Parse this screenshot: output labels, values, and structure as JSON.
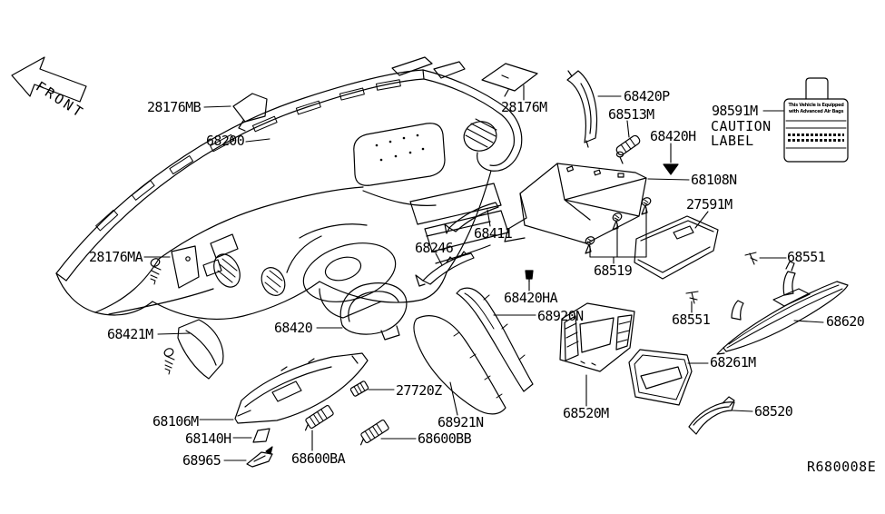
{
  "diagram": {
    "front_marker": "FRONT",
    "drawing_code": "R680008E",
    "caution": {
      "caption_line1": "CAUTION",
      "caption_line2": "LABEL",
      "sticker_line1": "This Vehicle is Equipped",
      "sticker_line2": "with Advanced Air Bags"
    }
  },
  "labels": [
    {
      "id": "28176MB",
      "text": "28176MB"
    },
    {
      "id": "68200",
      "text": "68200"
    },
    {
      "id": "28176M",
      "text": "28176M"
    },
    {
      "id": "68420P",
      "text": "68420P"
    },
    {
      "id": "68513M",
      "text": "68513M"
    },
    {
      "id": "68420H",
      "text": "68420H"
    },
    {
      "id": "98591M",
      "text": "98591M"
    },
    {
      "id": "68108N",
      "text": "68108N"
    },
    {
      "id": "27591M",
      "text": "27591M"
    },
    {
      "id": "68519",
      "text": "68519"
    },
    {
      "id": "68246",
      "text": "68246"
    },
    {
      "id": "68411",
      "text": "68411"
    },
    {
      "id": "28176MA",
      "text": "28176MA"
    },
    {
      "id": "68421M",
      "text": "68421M"
    },
    {
      "id": "68420",
      "text": "68420"
    },
    {
      "id": "68420HA",
      "text": "68420HA"
    },
    {
      "id": "68920N",
      "text": "68920N"
    },
    {
      "id": "68921N",
      "text": "68921N"
    },
    {
      "id": "27720Z",
      "text": "27720Z"
    },
    {
      "id": "68600BB",
      "text": "68600BB"
    },
    {
      "id": "68600BA",
      "text": "68600BA"
    },
    {
      "id": "68965",
      "text": "68965"
    },
    {
      "id": "68140H",
      "text": "68140H"
    },
    {
      "id": "68106M",
      "text": "68106M"
    },
    {
      "id": "68520M",
      "text": "68520M"
    },
    {
      "id": "68261M",
      "text": "68261M"
    },
    {
      "id": "68620",
      "text": "68620"
    },
    {
      "id": "68551-upper",
      "text": "68551"
    },
    {
      "id": "68551-lower",
      "text": "68551"
    },
    {
      "id": "68520",
      "text": "68520"
    }
  ]
}
